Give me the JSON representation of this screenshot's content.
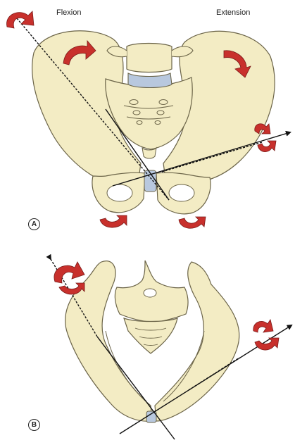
{
  "labels": {
    "flexion": "Flexion",
    "extension": "Extension"
  },
  "panels": {
    "a": "A",
    "b": "B"
  },
  "colors": {
    "bone": "#f3ecc4",
    "bone_outline": "#6b6448",
    "disc": "#b8c8de",
    "arrow": "#c8302c",
    "axis": "#111111"
  },
  "icons": {
    "rotation_arrow": "curved-rotation-arrow-icon"
  }
}
